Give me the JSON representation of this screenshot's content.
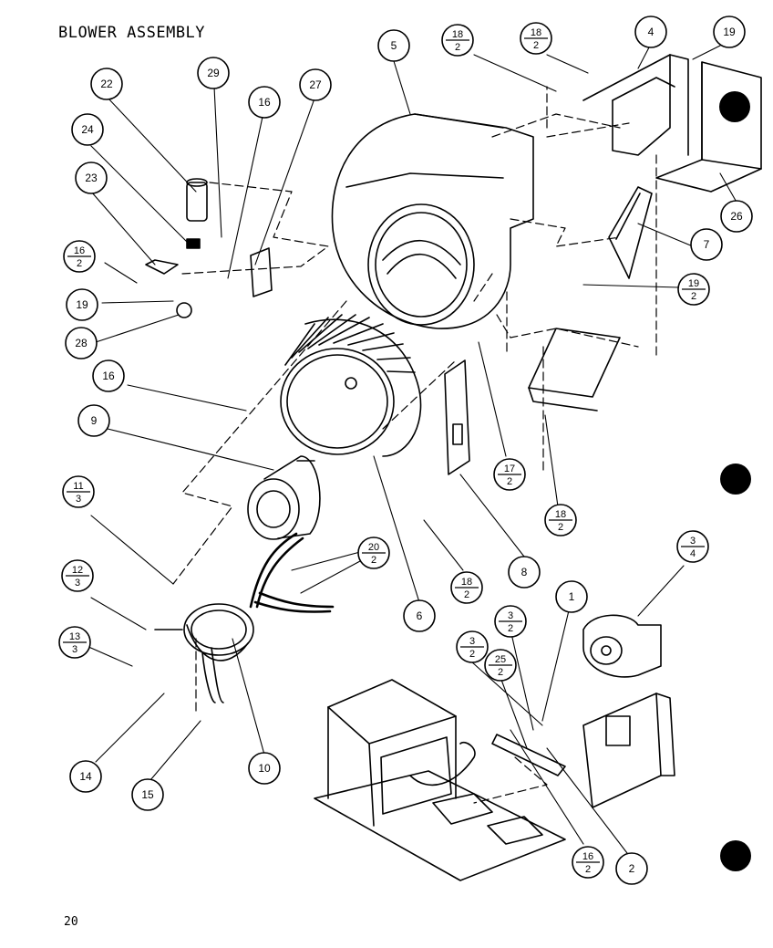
{
  "title": "BLOWER ASSEMBLY",
  "page_number": "20",
  "callouts": [
    {
      "id": "c5",
      "num": "5"
    },
    {
      "id": "c18a",
      "num": "18",
      "qty": "2"
    },
    {
      "id": "c18b",
      "num": "18",
      "qty": "2"
    },
    {
      "id": "c4",
      "num": "4"
    },
    {
      "id": "c19a",
      "num": "19"
    },
    {
      "id": "c22",
      "num": "22"
    },
    {
      "id": "c29",
      "num": "29"
    },
    {
      "id": "c16a",
      "num": "16"
    },
    {
      "id": "c27",
      "num": "27"
    },
    {
      "id": "c24",
      "num": "24"
    },
    {
      "id": "c23",
      "num": "23"
    },
    {
      "id": "c26",
      "num": "26"
    },
    {
      "id": "c7",
      "num": "7"
    },
    {
      "id": "c16b",
      "num": "16",
      "qty": "2"
    },
    {
      "id": "c19b",
      "num": "19"
    },
    {
      "id": "c19c",
      "num": "19",
      "qty": "2"
    },
    {
      "id": "c28",
      "num": "28"
    },
    {
      "id": "c16c",
      "num": "16"
    },
    {
      "id": "c9",
      "num": "9"
    },
    {
      "id": "c17",
      "num": "17",
      "qty": "2"
    },
    {
      "id": "c18c",
      "num": "18",
      "qty": "2"
    },
    {
      "id": "c11",
      "num": "11",
      "qty": "3"
    },
    {
      "id": "c20",
      "num": "20",
      "qty": "2"
    },
    {
      "id": "c34",
      "num": "3",
      "qty": "4"
    },
    {
      "id": "c12",
      "num": "12",
      "qty": "3"
    },
    {
      "id": "c18d",
      "num": "18",
      "qty": "2"
    },
    {
      "id": "c8",
      "num": "8"
    },
    {
      "id": "c1",
      "num": "1"
    },
    {
      "id": "c6",
      "num": "6"
    },
    {
      "id": "c13",
      "num": "13",
      "qty": "3"
    },
    {
      "id": "c3a",
      "num": "3",
      "qty": "2"
    },
    {
      "id": "c3b",
      "num": "3",
      "qty": "2"
    },
    {
      "id": "c25",
      "num": "25",
      "qty": "2"
    },
    {
      "id": "c10",
      "num": "10"
    },
    {
      "id": "c14",
      "num": "14"
    },
    {
      "id": "c15",
      "num": "15"
    },
    {
      "id": "c16d",
      "num": "16",
      "qty": "2"
    },
    {
      "id": "c2",
      "num": "2"
    }
  ]
}
